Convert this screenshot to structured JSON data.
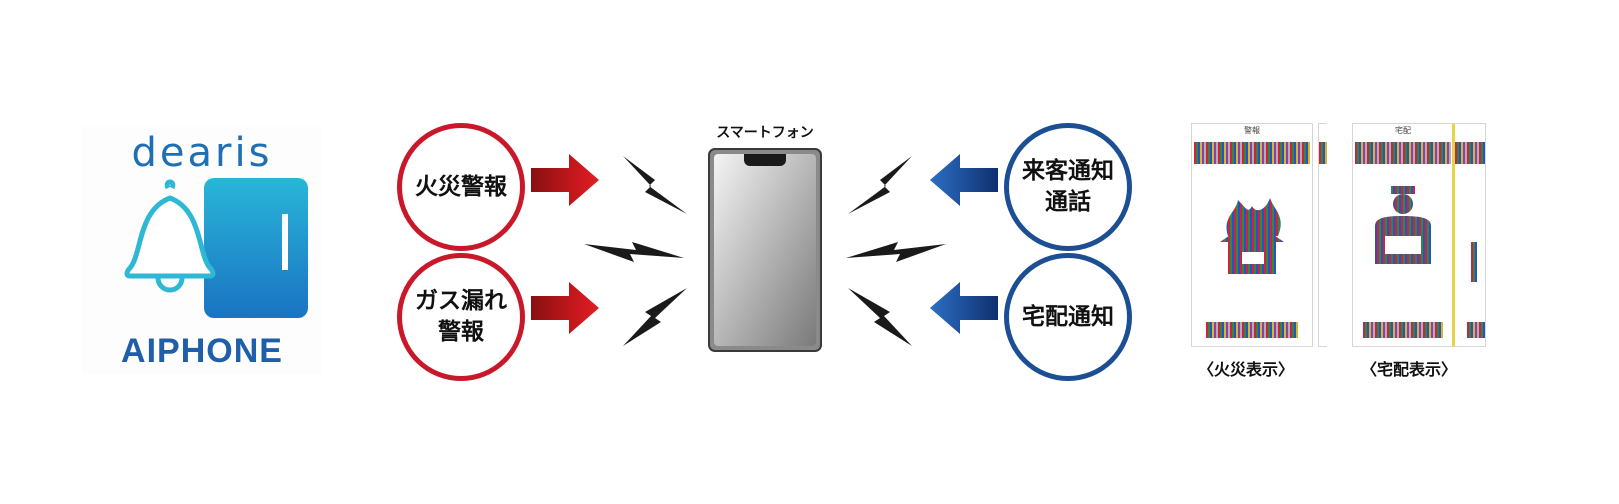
{
  "app_icon": {
    "brand_top": "dearis",
    "brand_bottom": "AIPHONE",
    "colors": {
      "brand_blue": "#1f6fb5",
      "tile_top": "#29b6d8",
      "tile_bottom": "#1a73c2"
    }
  },
  "left_nodes": [
    {
      "label": "火災警報"
    },
    {
      "label": "ガス漏れ\n警報"
    }
  ],
  "center": {
    "label": "スマートフォン"
  },
  "right_nodes": [
    {
      "label": "来客通知\n通話"
    },
    {
      "label": "宅配通知"
    }
  ],
  "screens": [
    {
      "header": "警報",
      "caption": "〈火災表示〉",
      "icon": "fire-house-icon"
    },
    {
      "header": "宅配",
      "caption": "〈宅配表示〉",
      "icon": "delivery-person-icon"
    }
  ],
  "colors": {
    "alarm_red": "#c8182a",
    "notify_blue": "#1c4e94",
    "bolt": "#1a1a1a"
  }
}
